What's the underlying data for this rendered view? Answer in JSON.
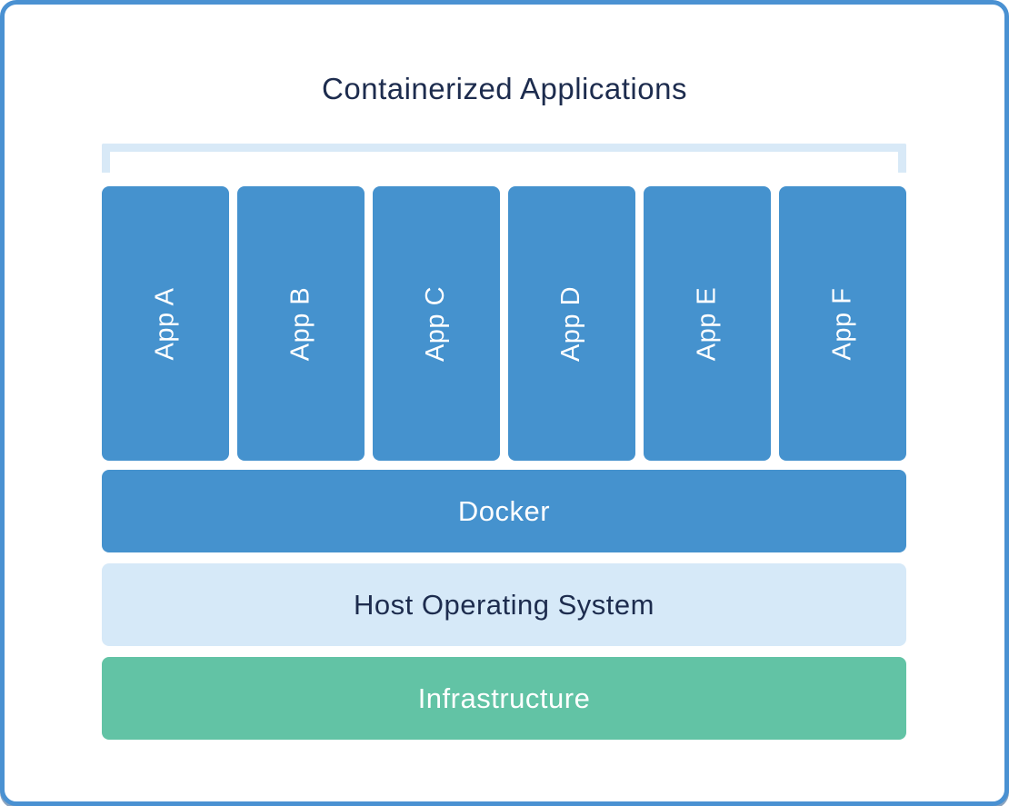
{
  "diagram": {
    "title": "Containerized Applications",
    "apps": [
      "App A",
      "App B",
      "App C",
      "App D",
      "App E",
      "App F"
    ],
    "layers": [
      {
        "label": "Docker"
      },
      {
        "label": "Host Operating System"
      },
      {
        "label": "Infrastructure"
      }
    ],
    "colors": {
      "app_box": "#4592ce",
      "docker_layer": "#4592ce",
      "host_os_layer": "#d6e9f8",
      "infrastructure_layer": "#62c3a5",
      "bracket": "#d8e9f7",
      "card_border": "#4a91d2",
      "title_text": "#1d2c4e",
      "light_text": "#ffffff"
    }
  }
}
